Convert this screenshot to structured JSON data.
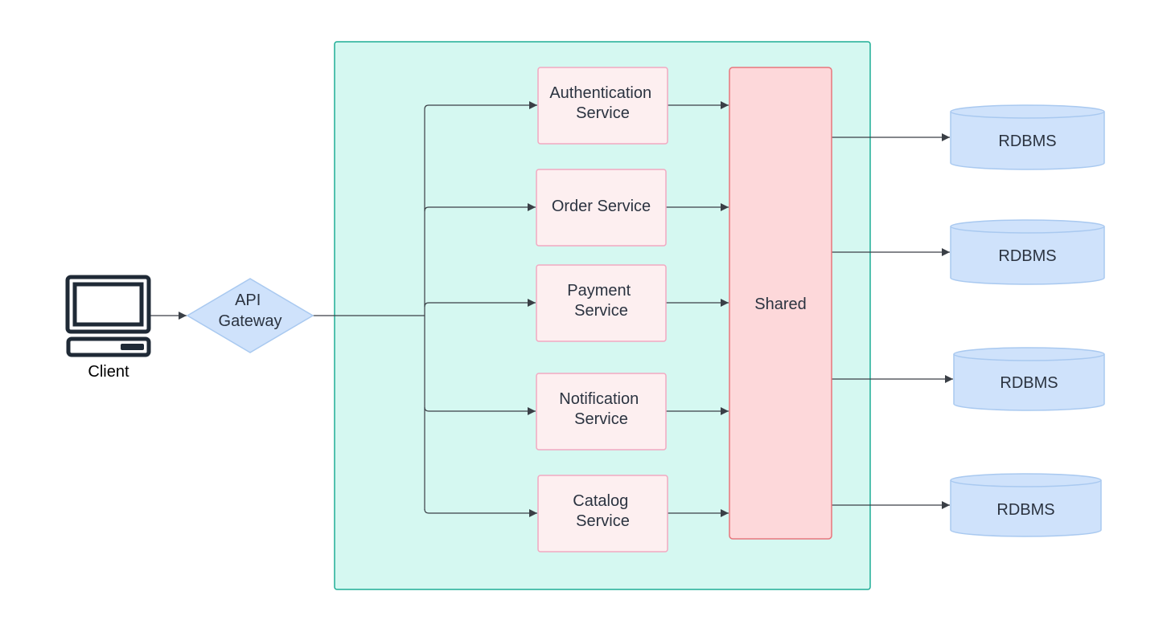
{
  "diagram": {
    "client": {
      "label": "Client",
      "icon": "desktop-computer-icon"
    },
    "gateway": {
      "lines": [
        "API",
        "Gateway"
      ]
    },
    "services": [
      {
        "id": "auth",
        "lines": [
          "Authentication",
          "Service"
        ]
      },
      {
        "id": "order",
        "lines": [
          "Order Service"
        ]
      },
      {
        "id": "payment",
        "lines": [
          "Payment",
          "Service"
        ]
      },
      {
        "id": "notification",
        "lines": [
          "Notification",
          "Service"
        ]
      },
      {
        "id": "catalog",
        "lines": [
          "Catalog",
          "Service"
        ]
      }
    ],
    "shared": {
      "label": "Shared"
    },
    "databases": [
      {
        "label": "RDBMS"
      },
      {
        "label": "RDBMS"
      },
      {
        "label": "RDBMS"
      },
      {
        "label": "RDBMS"
      }
    ],
    "colors": {
      "container_fill": "#d5f8f1",
      "container_stroke": "#1fad96",
      "service_fill": "#fdeff0",
      "service_stroke": "#f2a9c1",
      "shared_fill": "#fdd8da",
      "shared_stroke": "#e8757c",
      "db_fill": "#cfe2fb",
      "db_stroke": "#a9c9f0",
      "gateway_fill": "#cfe2fb",
      "gateway_stroke": "#a9c9f0",
      "icon": "#1f2a36",
      "edge": "#3a3f46"
    }
  }
}
